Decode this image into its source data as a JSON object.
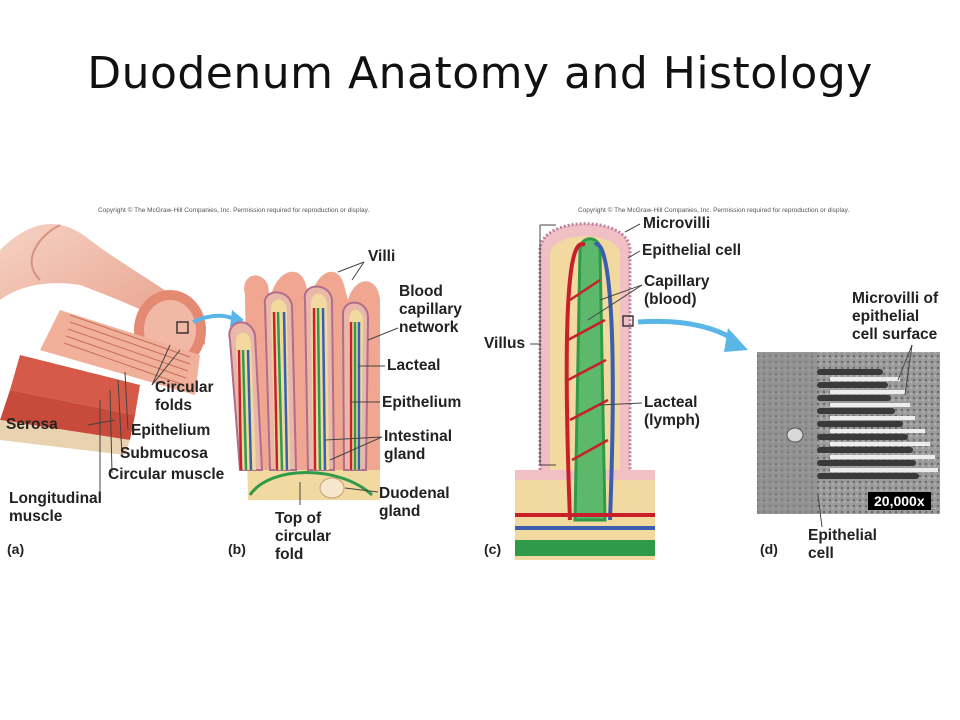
{
  "slide": {
    "title": "Duodenum Anatomy and Histology"
  },
  "copyright": {
    "left": "Copyright © The McGraw-Hill Companies, Inc. Permission required for reproduction or display.",
    "right": "Copyright © The McGraw-Hill Companies, Inc. Permission required for reproduction or display."
  },
  "panel_a": {
    "letter": "(a)",
    "labels": {
      "circular_folds": "Circular\nfolds",
      "serosa": "Serosa",
      "epithelium": "Epithelium",
      "submucosa": "Submucosa",
      "circular_muscle": "Circular muscle",
      "longitudinal_muscle": "Longitudinal\nmuscle"
    }
  },
  "panel_b": {
    "letter": "(b)",
    "labels": {
      "villi": "Villi",
      "blood_capillary_network": "Blood\ncapillary\nnetwork",
      "lacteal": "Lacteal",
      "epithelium": "Epithelium",
      "intestinal_gland": "Intestinal\ngland",
      "duodenal_gland": "Duodenal\ngland",
      "top_of_circular_fold": "Top of\ncircular\nfold"
    }
  },
  "panel_c": {
    "letter": "(c)",
    "labels": {
      "microvilli": "Microvilli",
      "epithelial_cell": "Epithelial cell",
      "capillary_blood": "Capillary\n(blood)",
      "villus": "Villus",
      "lacteal_lymph": "Lacteal\n(lymph)"
    }
  },
  "panel_d": {
    "letter": "(d)",
    "labels": {
      "microvilli_surface": "Microvilli of\nepithelial\ncell surface",
      "epithelial_cell": "Epithelial\ncell",
      "magnification": "20,000x"
    }
  },
  "colors": {
    "tissue_pink": "#e8a08a",
    "muscle_red": "#c84a3a",
    "blood_red": "#c8202a",
    "vein_blue": "#3a5fb0",
    "lymph_green": "#2f9a4a",
    "core_tan": "#f2d9a0",
    "arrow_blue": "#5ab6e6"
  }
}
